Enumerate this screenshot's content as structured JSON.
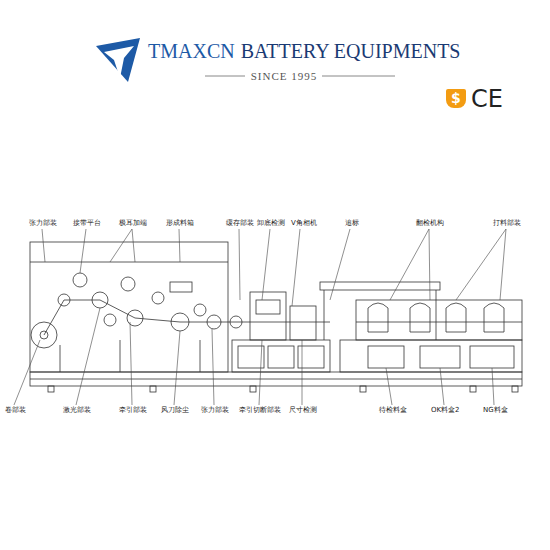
{
  "diagram": {
    "labels": [
      "TMAXCN",
      "BATTERY EQUIPMENTS",
      "SINCE 1995",
      "$",
      "CE",
      "张力部装",
      "接带平台",
      "极耳加端",
      "形成料箱",
      "缓存部装",
      "卸底检测",
      "V角相机",
      "追标",
      "翻检机构",
      "打料部装",
      "卷部装",
      "激光部装",
      "牵引部装",
      "风刀除尘",
      "张力部装",
      "牵引切断部装",
      "尺寸检测",
      "待检料盒",
      "OK料盒2",
      "NG料盒"
    ]
  }
}
